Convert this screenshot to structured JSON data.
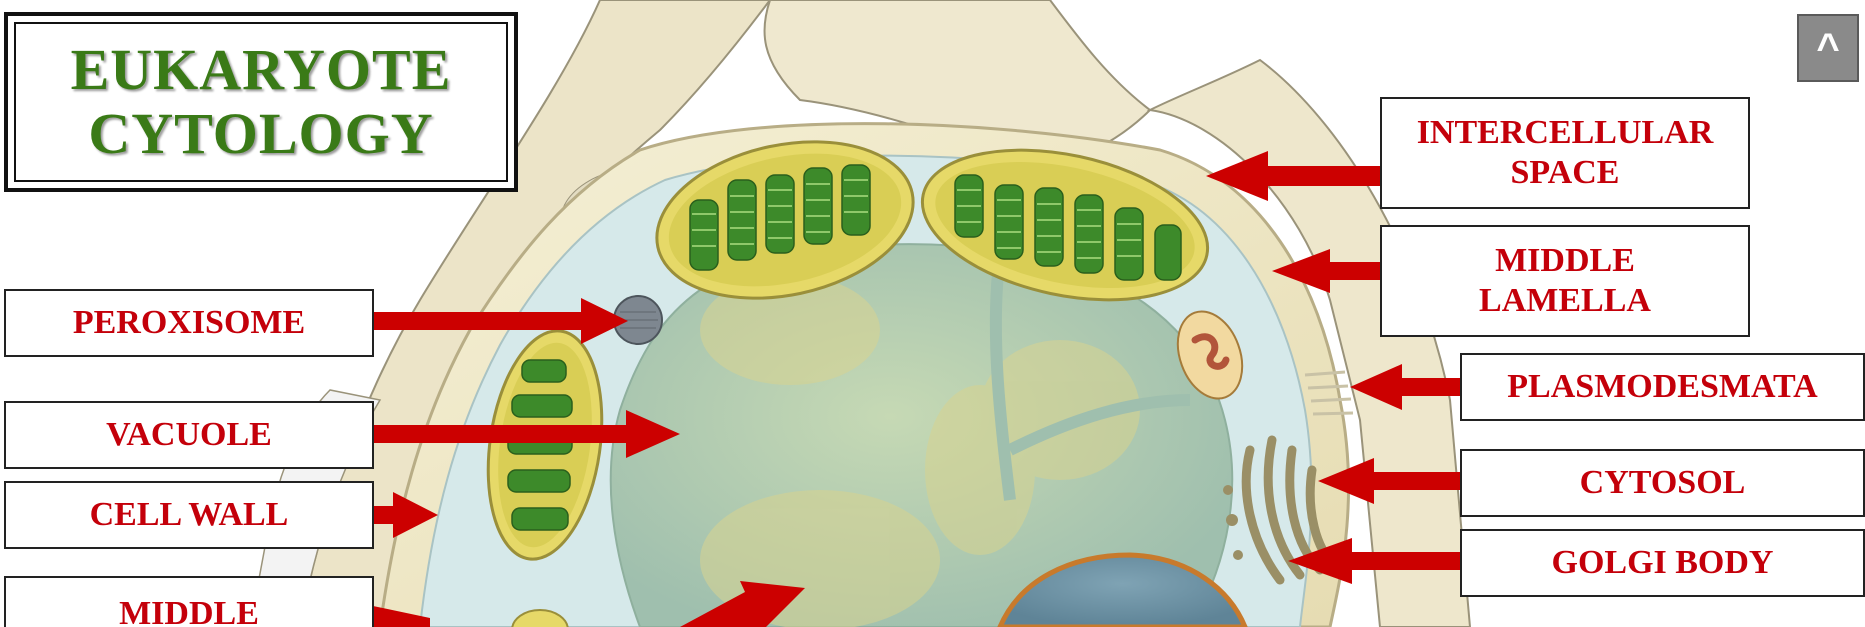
{
  "title": {
    "line1": "EUKARYOTE",
    "line2": "CYTOLOGY"
  },
  "nav": {
    "up_icon": "^"
  },
  "labels": {
    "left": [
      {
        "id": "peroxisome",
        "text": "PEROXISOME"
      },
      {
        "id": "vacuole",
        "text": "VACUOLE"
      },
      {
        "id": "cell-wall",
        "text": "CELL WALL"
      },
      {
        "id": "middle-partial",
        "text": "MIDDLE"
      }
    ],
    "right": [
      {
        "id": "intercellular-space",
        "line1": "INTERCELLULAR",
        "line2": "SPACE"
      },
      {
        "id": "middle-lamella",
        "line1": "MIDDLE",
        "line2": "LAMELLA"
      },
      {
        "id": "plasmodesmata",
        "text": "PLASMODESMATA"
      },
      {
        "id": "cytosol",
        "text": "CYTOSOL"
      },
      {
        "id": "golgi-body",
        "text": "GOLGI BODY"
      }
    ]
  },
  "colors": {
    "label_text": "#c4000a",
    "arrow": "#cc0000",
    "title_text": "#3a7a17",
    "cytosol_fill": "#d6e9ea",
    "vacuole_fill": "#b9d3b9",
    "cell_wall": "#efe8c6",
    "chloroplast": "#3d8a2a"
  }
}
